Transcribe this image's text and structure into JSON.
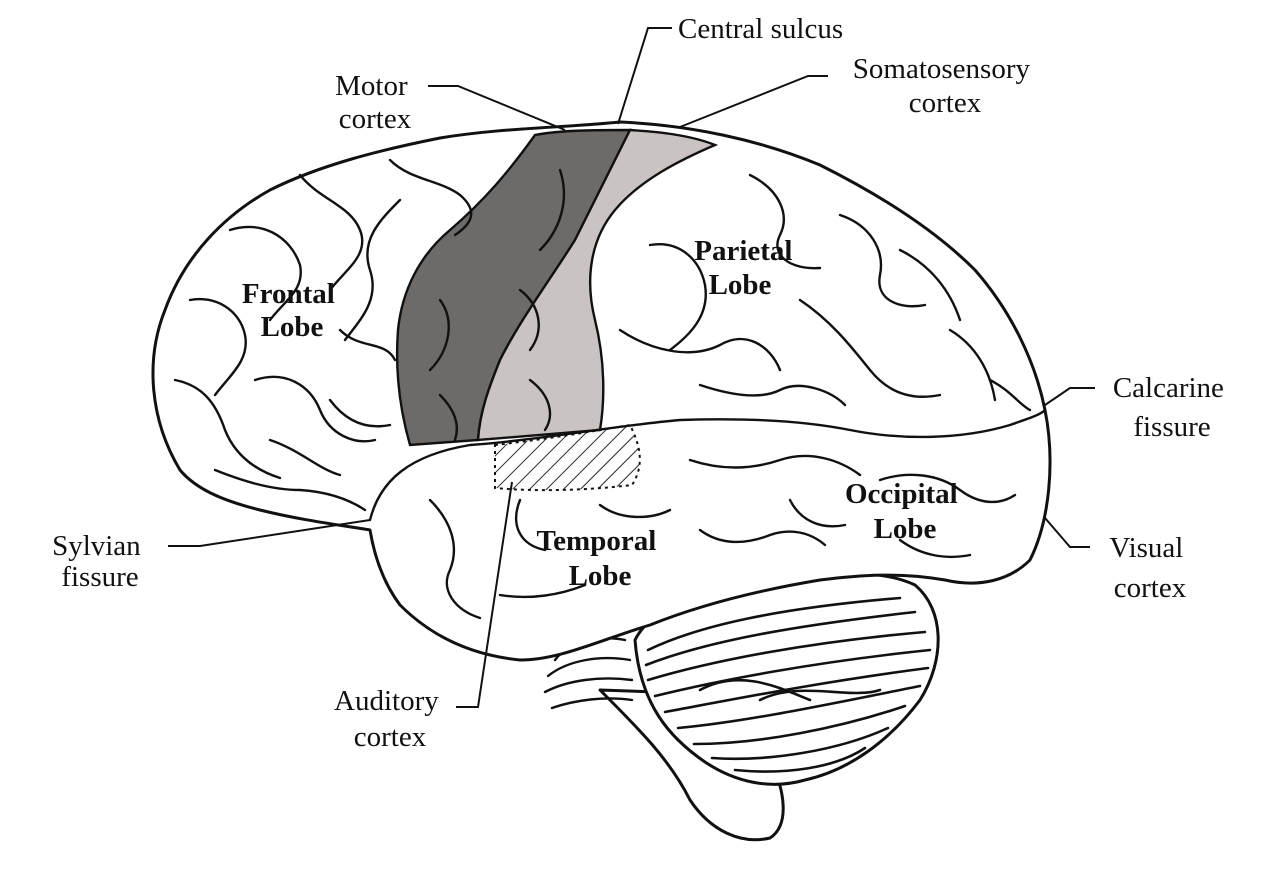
{
  "colors": {
    "ink": "#111111",
    "motor_cortex_fill": "#6e6a68",
    "somatosensory_fill": "#c9c4c1",
    "background": "#ffffff"
  },
  "labels": {
    "central_sulcus": "Central sulcus",
    "motor_cortex": [
      "Motor",
      "cortex"
    ],
    "somatosensory_cortex": [
      "Somatosensory",
      "cortex"
    ],
    "frontal_lobe": [
      "Frontal",
      "Lobe"
    ],
    "parietal_lobe": [
      "Parietal",
      "Lobe"
    ],
    "calcarine_fissure": [
      "Calcarine",
      "fissure"
    ],
    "occipital_lobe": [
      "Occipital",
      "Lobe"
    ],
    "temporal_lobe": [
      "Temporal",
      "Lobe"
    ],
    "sylvian_fissure": [
      "Sylvian",
      "fissure"
    ],
    "visual_cortex": [
      "Visual",
      "cortex"
    ],
    "auditory_cortex": [
      "Auditory",
      "cortex"
    ]
  }
}
